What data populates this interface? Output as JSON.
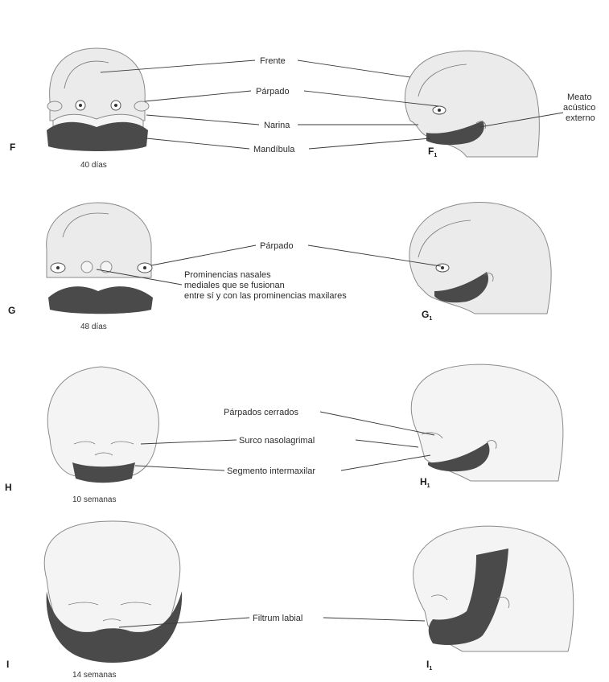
{
  "rows": [
    {
      "letter": "F",
      "side_letter": "F",
      "side_sub": "1",
      "stage": "40 días",
      "labels": [
        "Frente",
        "Párpado",
        "Narina",
        "Mandíbula"
      ],
      "side_label": [
        "Meato",
        "acústico",
        "externo"
      ]
    },
    {
      "letter": "G",
      "side_letter": "G",
      "side_sub": "1",
      "stage": "48 días",
      "labels": [
        "Párpado"
      ],
      "nasal_label": [
        "Prominencias nasales",
        "mediales que se fusionan",
        "entre sí y con las prominencias maxilares"
      ]
    },
    {
      "letter": "H",
      "side_letter": "H",
      "side_sub": "1",
      "stage": "10 semanas",
      "labels": [
        "Párpados cerrados",
        "Surco nasolagrimal",
        "Segmento intermaxilar"
      ]
    },
    {
      "letter": "I",
      "side_letter": "I",
      "side_sub": "1",
      "stage": "14 semanas",
      "labels": [
        "Filtrum labial"
      ]
    }
  ]
}
